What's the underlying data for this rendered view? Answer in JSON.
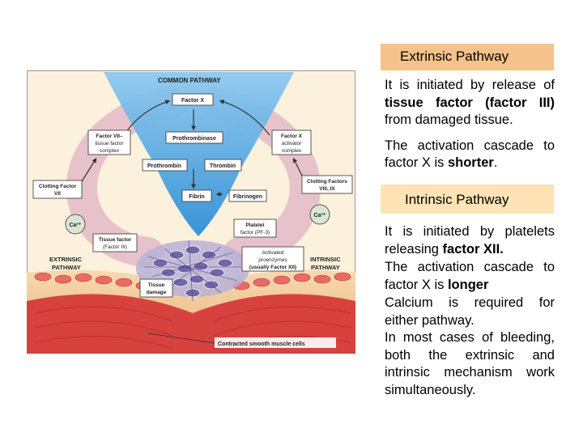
{
  "diagram": {
    "common_pathway": "COMMON PATHWAY",
    "factor_x": "Factor X",
    "prothrombinase": "Prothrombinase",
    "prothrombin": "Prothrombin",
    "thrombin": "Thrombin",
    "fibrin": "Fibrin",
    "fibrinogen": "Fibrinogen",
    "factor_vii_l1": "Factor VII–",
    "factor_vii_l2": "tissue factor",
    "factor_vii_l3": "complex",
    "factor_x_act_l1": "Factor X",
    "factor_x_act_l2": "activator",
    "factor_x_act_l3": "complex",
    "clot_vii_l1": "Clotting Factor",
    "clot_vii_l2": "VII",
    "clot_viii_l1": "Clotting Factors",
    "clot_viii_l2": "VIII, IX",
    "ca_left": "Ca²⁺",
    "ca_right": "Ca²⁺",
    "tissue_factor_l1": "Tissue factor",
    "tissue_factor_l2": "(Factor III)",
    "platelet_l1": "Platelet",
    "platelet_l2": "factor (PF-3)",
    "extrinsic_l1": "EXTRINSIC",
    "extrinsic_l2": "PATHWAY",
    "intrinsic_l1": "INTRINSIC",
    "intrinsic_l2": "PATHWAY",
    "activated_l1": "Activated",
    "activated_l2": "proenzymes",
    "activated_l3": "(usually Factor XII)",
    "tissue_damage_l1": "Tissue",
    "tissue_damage_l2": "damage",
    "smooth_muscle": "Contracted smooth muscle cells"
  },
  "extrinsic": {
    "title": "Extrinsic Pathway",
    "p1_pre": "It is initiated by release of ",
    "p1_bold": "tissue factor (factor III)",
    "p1_post": " from damaged tissue.",
    "p2_pre": "The activation cascade to factor X is ",
    "p2_bold": "shorter",
    "p2_post": "."
  },
  "intrinsic": {
    "title": "Intrinsic Pathway",
    "p1_pre": "It is initiated by platelets releasing ",
    "p1_bold": "factor XII.",
    "p2_pre": "The activation cascade to factor X is ",
    "p2_bold": "longer",
    "p3": "Calcium is required for either pathway.",
    "p4": "In most cases of bleeding, both the extrinsic and intrinsic mechanism work simultaneously."
  }
}
